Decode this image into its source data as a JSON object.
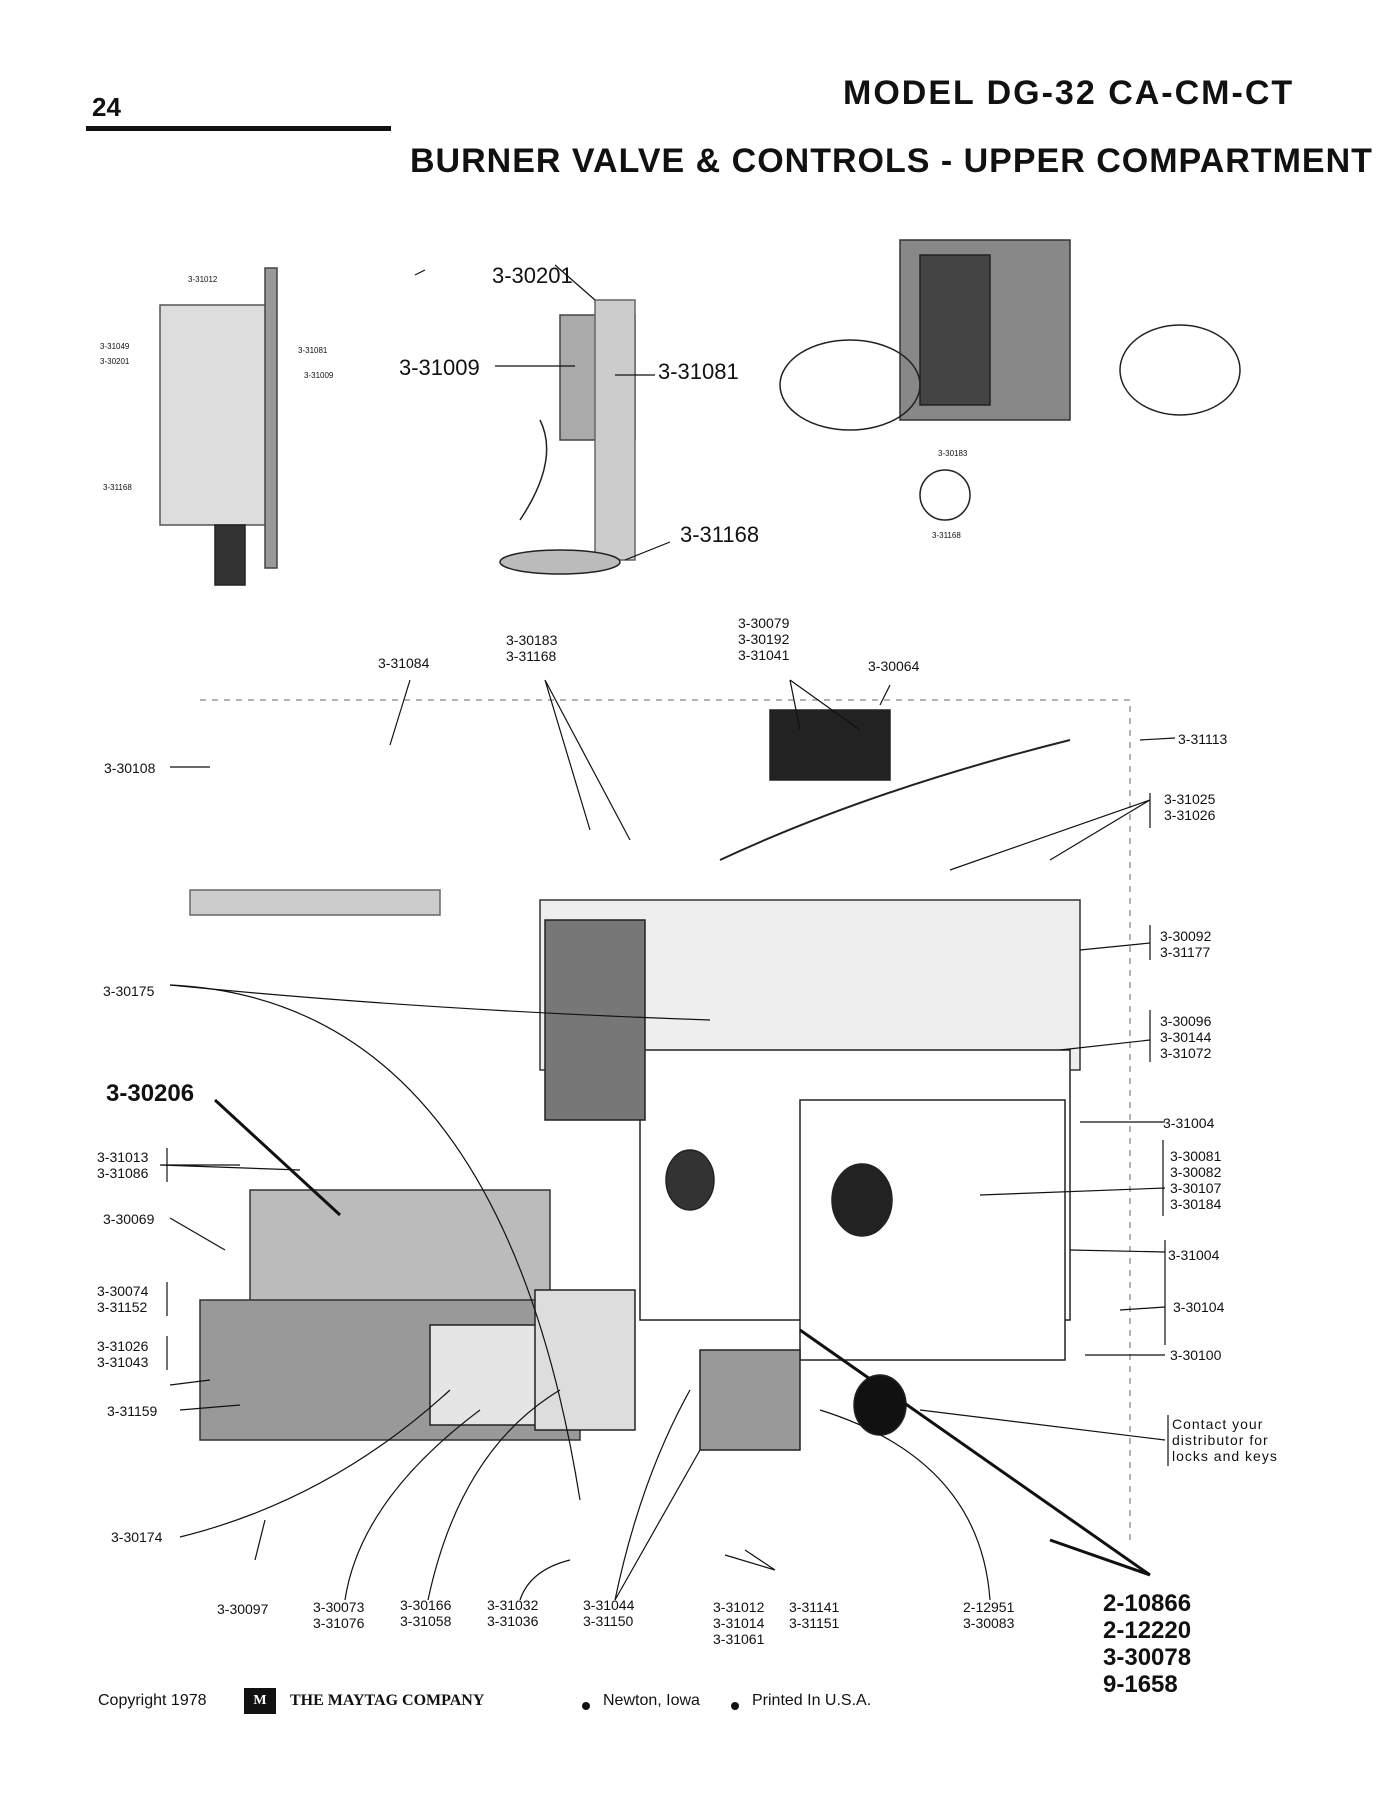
{
  "header": {
    "page_number": "24",
    "model": "MODEL DG-32 CA-CM-CT",
    "section_title": "BURNER VALVE & CONTROLS - UPPER COMPARTMENT"
  },
  "inset_left": {
    "labels": [
      "3-31012",
      "3-31049",
      "3-30201",
      "3-31081",
      "3-31009",
      "3-31168"
    ]
  },
  "inset_middle": {
    "labels": [
      "3-30201",
      "3-31009",
      "3-31081",
      "3-31168"
    ]
  },
  "inset_right": {
    "labels": [
      "3-30183",
      "3-31168"
    ]
  },
  "callouts": {
    "c_31084": "3-31084",
    "c_30183_group": [
      "3-30183",
      "3-31168"
    ],
    "c_30079_group": [
      "3-30079",
      "3-30192",
      "3-31041"
    ],
    "c_30064": "3-30064",
    "c_31113": "3-31113",
    "c_30108": "3-30108",
    "c_31025_group": [
      "3-31025",
      "3-31026"
    ],
    "c_30092_group": [
      "3-30092",
      "3-31177"
    ],
    "c_30175": "3-30175",
    "c_30096_group": [
      "3-30096",
      "3-30144",
      "3-31072"
    ],
    "c_30206": "3-30206",
    "c_31004_top": "3-31004",
    "c_31013_group": [
      "3-31013",
      "3-31086"
    ],
    "c_30081_group": [
      "3-30081",
      "3-30082",
      "3-30107",
      "3-30184"
    ],
    "c_30069": "3-30069",
    "c_31004_bottom": "3-31004",
    "c_30074_group": [
      "3-30074",
      "3-31152"
    ],
    "c_30104": "3-30104",
    "c_31026_group": [
      "3-31026",
      "3-31043"
    ],
    "c_30100": "3-30100",
    "c_31159": "3-31159",
    "contact_note": [
      "Contact your",
      "distributor for",
      "locks and keys"
    ],
    "c_30174": "3-30174",
    "c_30097": "3-30097",
    "c_30073_group": [
      "3-30073",
      "3-31076"
    ],
    "c_30166_group": [
      "3-30166",
      "3-31058"
    ],
    "c_31032_group": [
      "3-31032",
      "3-31036"
    ],
    "c_31044_group": [
      "3-31044",
      "3-31150"
    ],
    "c_31012_group": [
      "3-31012",
      "3-31014",
      "3-31061"
    ],
    "c_31141_group": [
      "3-31141",
      "3-31151"
    ],
    "c_12951_group": [
      "2-12951",
      "3-30083"
    ],
    "c_bold_group": [
      "2-10866",
      "2-12220",
      "3-30078",
      "9-1658"
    ]
  },
  "footer": {
    "copyright": "Copyright 1978",
    "logo_text": "M",
    "company": "THE MAYTAG COMPANY",
    "location": "Newton, Iowa",
    "printed": "Printed In U.S.A."
  }
}
